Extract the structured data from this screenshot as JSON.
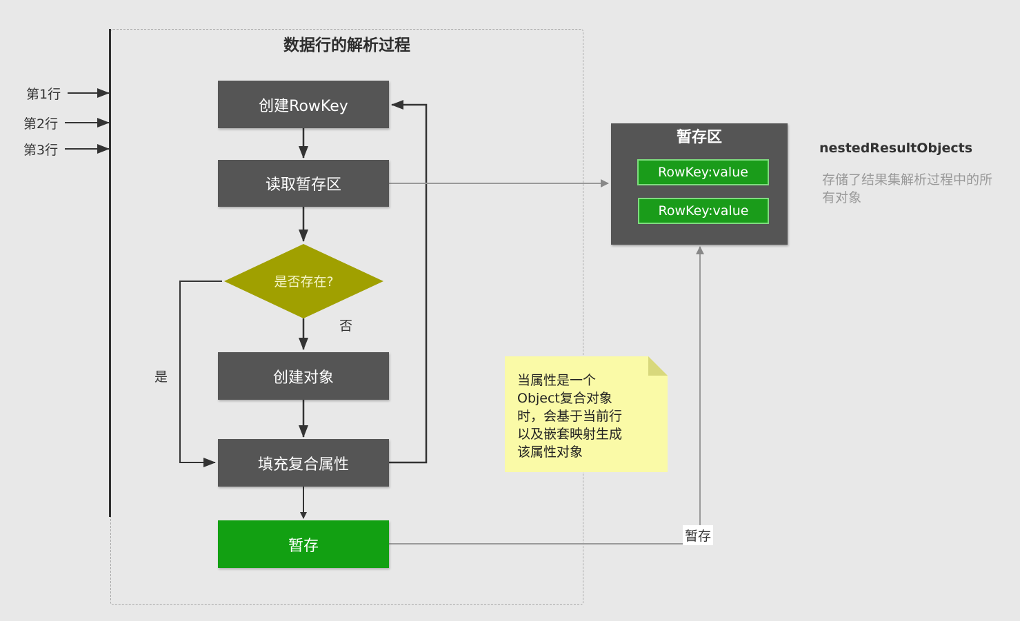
{
  "diagram": {
    "title": "数据行的解析过程",
    "rows": [
      "第1行",
      "第2行",
      "第3行"
    ],
    "steps": {
      "create_rowkey": "创建RowKey",
      "read_cache": "读取暂存区",
      "decision": "是否存在?",
      "create_object": "创建对象",
      "fill_composite": "填充复合属性",
      "store": "暂存"
    },
    "edge_labels": {
      "no": "否",
      "yes": "是",
      "store_edge": "暂存"
    },
    "cache": {
      "title": "暂存区",
      "entries": [
        "RowKey:value",
        "RowKey:value"
      ]
    },
    "side_info": {
      "title": "nestedResultObjects",
      "description": "存储了结果集解析过程中的所有对象"
    },
    "note": {
      "lines": [
        "当属性是一个",
        "Object复合对象",
        "时，会基于当前行",
        "以及嵌套映射生成",
        "该属性对象"
      ]
    },
    "colors": {
      "box": "#555555",
      "green": "#12a012",
      "diamond": "#a0a000",
      "note": "#fafaa7"
    }
  }
}
